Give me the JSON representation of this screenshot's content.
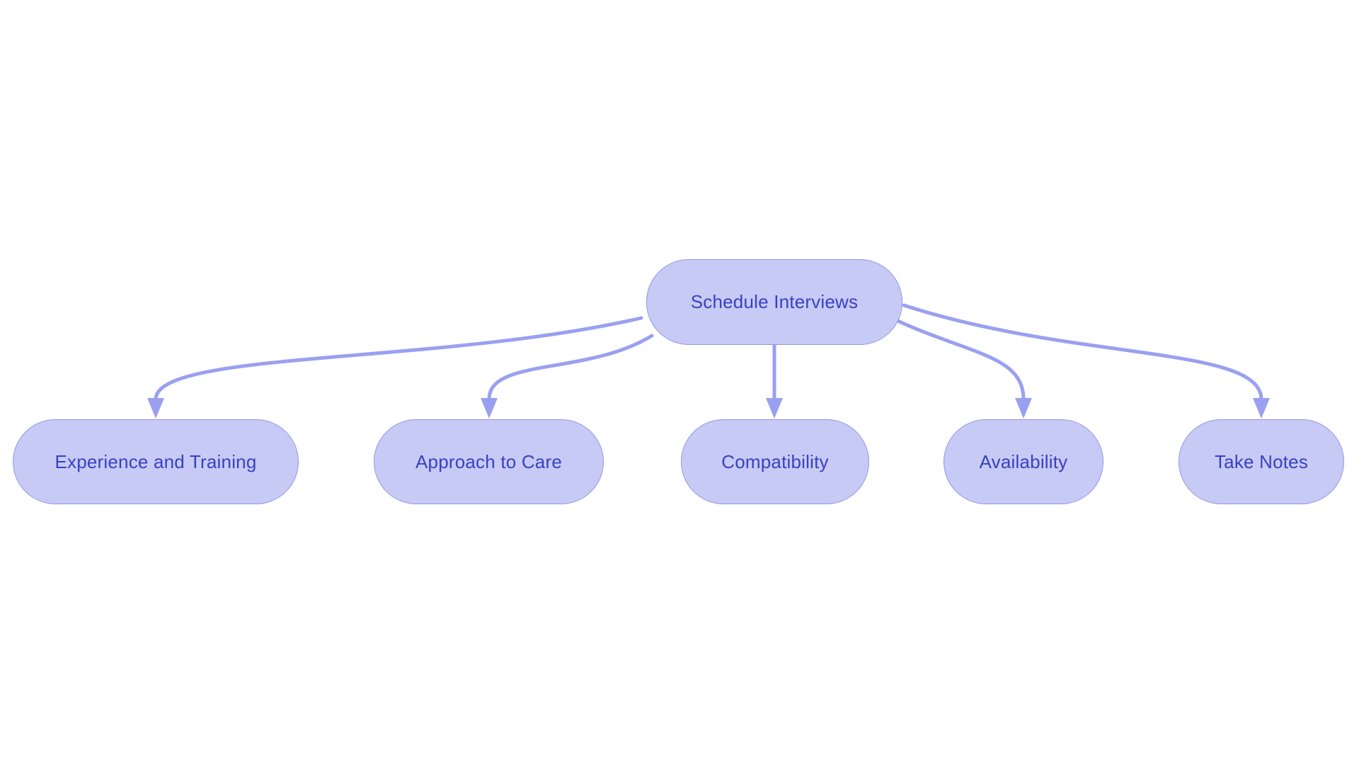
{
  "diagram": {
    "type": "flowchart",
    "background": "#ffffff",
    "colors": {
      "node_fill": "#c7caf4",
      "node_border": "#9097e8",
      "edge": "#9aa0f0",
      "text": "#3a40c3",
      "background": "#ffffff"
    },
    "nodes": [
      {
        "id": "schedule-interviews",
        "label": "Schedule Interviews",
        "role": "root"
      },
      {
        "id": "experience-and-training",
        "label": "Experience and Training",
        "role": "child"
      },
      {
        "id": "approach-to-care",
        "label": "Approach to Care",
        "role": "child"
      },
      {
        "id": "compatibility",
        "label": "Compatibility",
        "role": "child"
      },
      {
        "id": "availability",
        "label": "Availability",
        "role": "child"
      },
      {
        "id": "take-notes",
        "label": "Take Notes",
        "role": "child"
      }
    ],
    "edges": [
      {
        "from": "schedule-interviews",
        "to": "experience-and-training"
      },
      {
        "from": "schedule-interviews",
        "to": "approach-to-care"
      },
      {
        "from": "schedule-interviews",
        "to": "compatibility"
      },
      {
        "from": "schedule-interviews",
        "to": "availability"
      },
      {
        "from": "schedule-interviews",
        "to": "take-notes"
      }
    ]
  }
}
